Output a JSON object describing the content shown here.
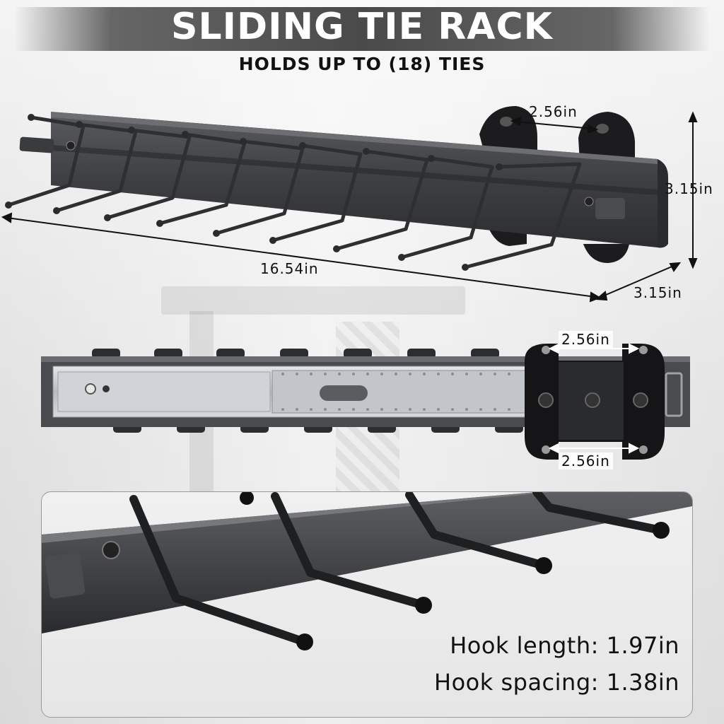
{
  "banner": {
    "title": "SLIDING TIE RACK",
    "subtitle": "HOLDS UP TO (18) TIES"
  },
  "dimensions": {
    "mount_spacing_top": "2.56in",
    "height": "3.15in",
    "length": "16.54in",
    "depth": "3.15in",
    "slide_spacing_top": "2.56in",
    "slide_spacing_bottom": "2.56in"
  },
  "specs": {
    "hook_length": "Hook length: 1.97in",
    "hook_spacing": "Hook spacing: 1.38in"
  },
  "colors": {
    "rack_dark": "#3a3b3d",
    "steel": "#c9ccd0",
    "banner": "#4a4a4a"
  }
}
